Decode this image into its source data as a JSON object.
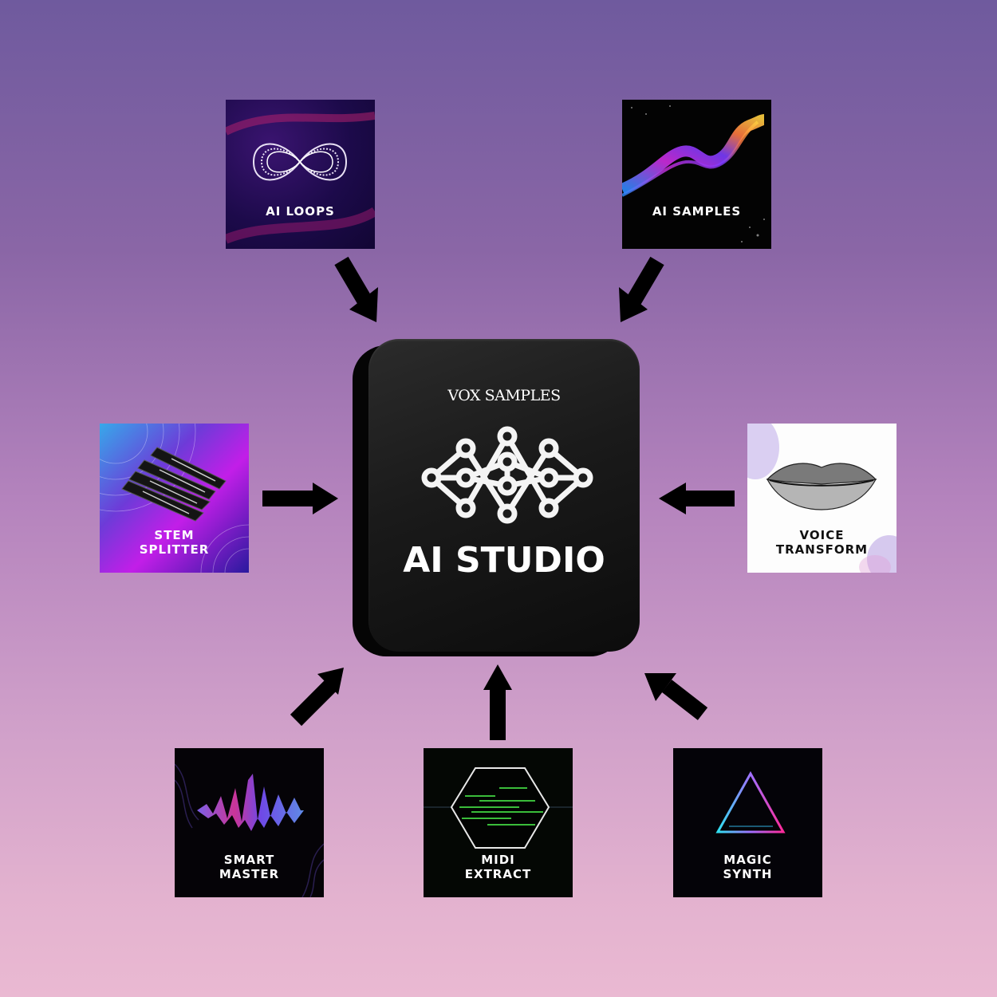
{
  "diagram": {
    "background": {
      "top_color": "#6f5a9e",
      "bottom_color": "#eab9d2"
    },
    "center": {
      "brand": "VOX SAMPLES",
      "title": "AI STUDIO",
      "logo_icon": "neural-network-icon",
      "box_color": "#1a1a1a"
    },
    "modules": [
      {
        "id": "ai-loops",
        "label_lines": [
          "AI LOOPS"
        ],
        "icon": "infinity-waveform-icon",
        "position": "top-left"
      },
      {
        "id": "ai-samples",
        "label_lines": [
          "AI SAMPLES"
        ],
        "icon": "color-wave-ribbon-icon",
        "position": "top-right"
      },
      {
        "id": "stem-splitter",
        "label_lines": [
          "STEM",
          "SPLITTER"
        ],
        "icon": "stacked-tracks-icon",
        "position": "middle-left"
      },
      {
        "id": "voice-transform",
        "label_lines": [
          "VOICE",
          "TRANSFORM"
        ],
        "icon": "lips-icon",
        "position": "middle-right"
      },
      {
        "id": "smart-master",
        "label_lines": [
          "SMART",
          "MASTER"
        ],
        "icon": "audio-waveform-icon",
        "position": "bottom-left"
      },
      {
        "id": "midi-extract",
        "label_lines": [
          "MIDI",
          "EXTRACT"
        ],
        "icon": "hexagon-icon",
        "position": "bottom-center"
      },
      {
        "id": "magic-synth",
        "label_lines": [
          "MAGIC",
          "SYNTH"
        ],
        "icon": "neon-triangle-icon",
        "position": "bottom-right"
      }
    ],
    "arrows": [
      {
        "from": "ai-loops",
        "to": "ai-studio",
        "direction": "down-right"
      },
      {
        "from": "ai-samples",
        "to": "ai-studio",
        "direction": "down-left"
      },
      {
        "from": "stem-splitter",
        "to": "ai-studio",
        "direction": "right"
      },
      {
        "from": "voice-transform",
        "to": "ai-studio",
        "direction": "left"
      },
      {
        "from": "smart-master",
        "to": "ai-studio",
        "direction": "up-right"
      },
      {
        "from": "midi-extract",
        "to": "ai-studio",
        "direction": "up"
      },
      {
        "from": "magic-synth",
        "to": "ai-studio",
        "direction": "up-left"
      }
    ],
    "arrow_color": "#000000"
  }
}
